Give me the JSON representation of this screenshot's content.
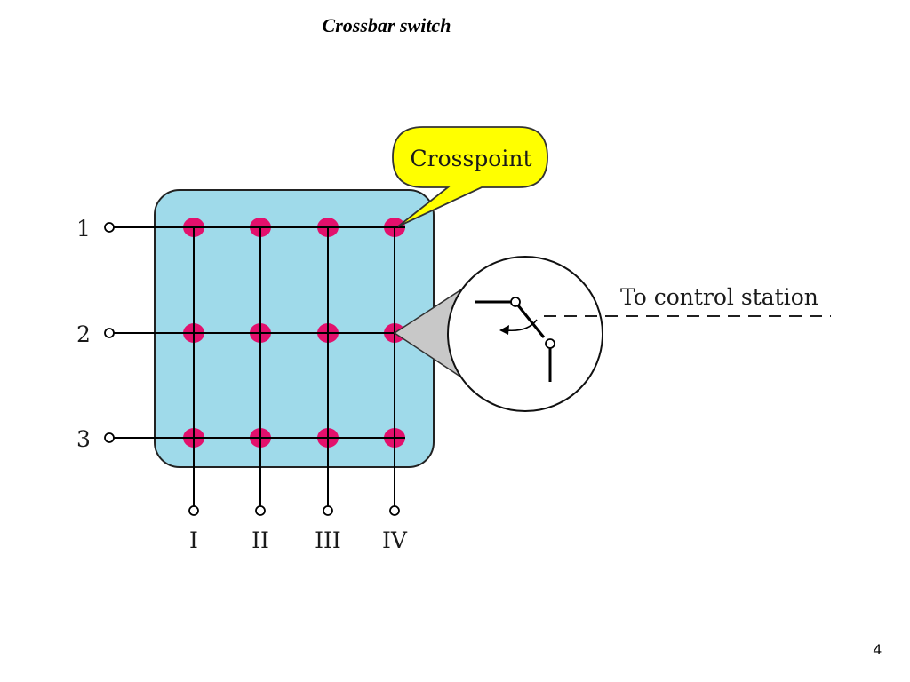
{
  "slide": {
    "title": "Crossbar switch",
    "page_number": "4"
  },
  "diagram": {
    "input_labels": [
      "1",
      "2",
      "3"
    ],
    "output_labels": [
      "I",
      "II",
      "III",
      "IV"
    ],
    "callout_label": "Crosspoint",
    "control_label": "To control station",
    "colors": {
      "matrix_fill": "#9fdaea",
      "crosspoint": "#e3106c",
      "callout_fill": "#ffff00",
      "magnifier_wedge": "#c8c8c8",
      "line": "#000000"
    }
  }
}
